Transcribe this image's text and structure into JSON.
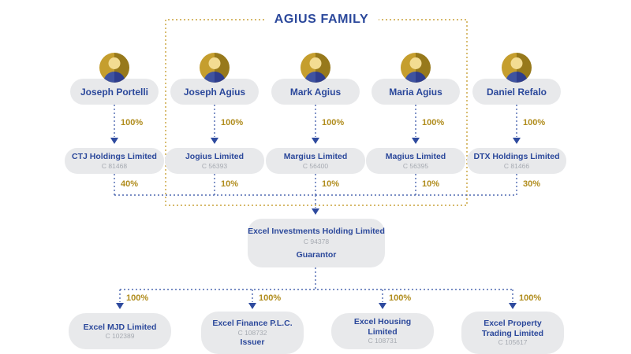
{
  "family_group_label": "AGIUS FAMILY",
  "people": [
    {
      "name": "Joseph Portelli",
      "ownership_pct": "100%",
      "company_name": "CTJ Holdings Limited",
      "company_reg": "C 81468",
      "holding_stake_pct": "40%"
    },
    {
      "name": "Joseph Agius",
      "ownership_pct": "100%",
      "company_name": "Jogius Limited",
      "company_reg": "C 56393",
      "holding_stake_pct": "10%"
    },
    {
      "name": "Mark Agius",
      "ownership_pct": "100%",
      "company_name": "Margius Limited",
      "company_reg": "C 56400",
      "holding_stake_pct": "10%"
    },
    {
      "name": "Maria Agius",
      "ownership_pct": "100%",
      "company_name": "Magius Limited",
      "company_reg": "C 56395",
      "holding_stake_pct": "10%"
    },
    {
      "name": "Daniel Refalo",
      "ownership_pct": "100%",
      "company_name": "DTX Holdings Limited",
      "company_reg": "C 81466",
      "holding_stake_pct": "30%"
    }
  ],
  "holding_company": {
    "name": "Excel Investments Holding Limited",
    "reg": "C 94378",
    "role": "Guarantor"
  },
  "subsidiaries": [
    {
      "ownership_pct": "100%",
      "name": "Excel MJD Limited",
      "reg": "C 102389"
    },
    {
      "ownership_pct": "100%",
      "name": "Excel Finance P.L.C.",
      "reg": "C 108732",
      "role": "Issuer"
    },
    {
      "ownership_pct": "100%",
      "name": "Excel Housing Limited",
      "reg": "C 108731"
    },
    {
      "ownership_pct": "100%",
      "name": "Excel Property Trading Limited",
      "reg": "C 105617"
    }
  ],
  "colors": {
    "text_blue": "#2B489B",
    "line_blue": "#4E68B0",
    "arrow_blue": "#2E4A9E",
    "percent_gold": "#B08C1C",
    "group_border_gold": "#C9A23A",
    "box_gray": "#E8E9EB",
    "reg_gray": "#A6AAB1"
  }
}
